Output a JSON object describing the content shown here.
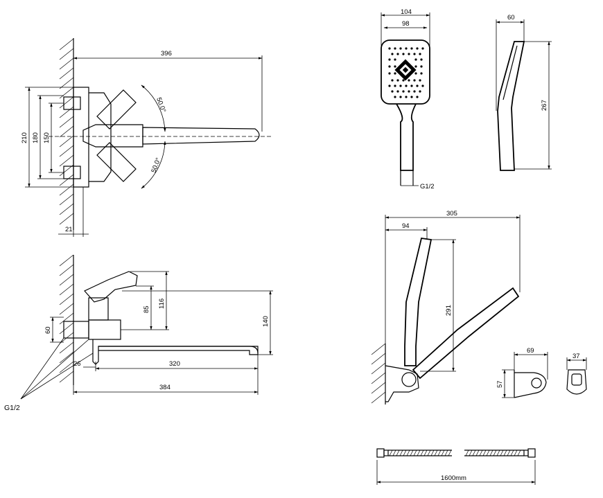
{
  "top_view": {
    "length": "396",
    "height_outer": "210",
    "height_mid": "180",
    "height_inner": "150",
    "angle_up": "50.0°",
    "angle_down": "50.0°",
    "depth": "21"
  },
  "side_view": {
    "lever_height": "116",
    "lever_mid": "85",
    "total_height": "140",
    "connector_height": "60",
    "offset": "26",
    "spout_length": "320",
    "total_length": "384",
    "thread_label": "G1/2"
  },
  "shower_front": {
    "outer_width": "104",
    "inner_width": "98",
    "thread_label": "G1/2"
  },
  "shower_side": {
    "depth": "60",
    "length": "267"
  },
  "holder_assembly": {
    "total_width": "305",
    "offset": "94",
    "height": "291"
  },
  "holder_detail": {
    "width": "69",
    "height": "57",
    "face_width": "37"
  },
  "hose": {
    "length": "1600mm"
  }
}
